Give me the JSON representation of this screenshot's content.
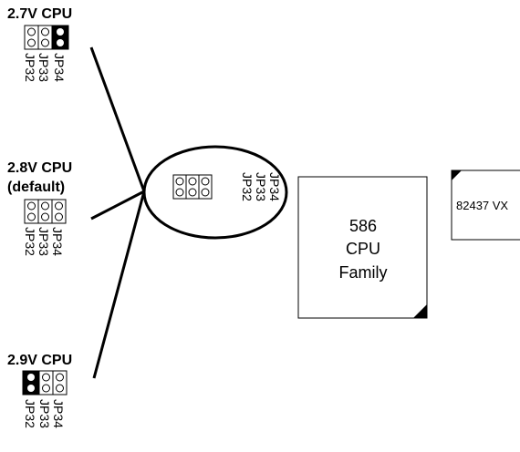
{
  "settings": [
    {
      "voltage": "2.7V CPU",
      "note": "",
      "jumpers": [
        "JP32",
        "JP33",
        "JP34"
      ],
      "shorted": "JP34"
    },
    {
      "voltage": "2.8V CPU",
      "note": "(default)",
      "jumpers": [
        "JP32",
        "JP33",
        "JP34"
      ],
      "shorted": ""
    },
    {
      "voltage": "2.9V CPU",
      "note": "",
      "jumpers": [
        "JP32",
        "JP33",
        "JP34"
      ],
      "shorted": "JP32"
    }
  ],
  "board_jumpers": [
    "JP32",
    "JP33",
    "JP34"
  ],
  "cpu": {
    "line1": "586",
    "line2": "CPU",
    "line3": "Family"
  },
  "chipset": {
    "label": "82437 VX"
  },
  "colors": {
    "ink": "#000000",
    "background": "#ffffff"
  }
}
